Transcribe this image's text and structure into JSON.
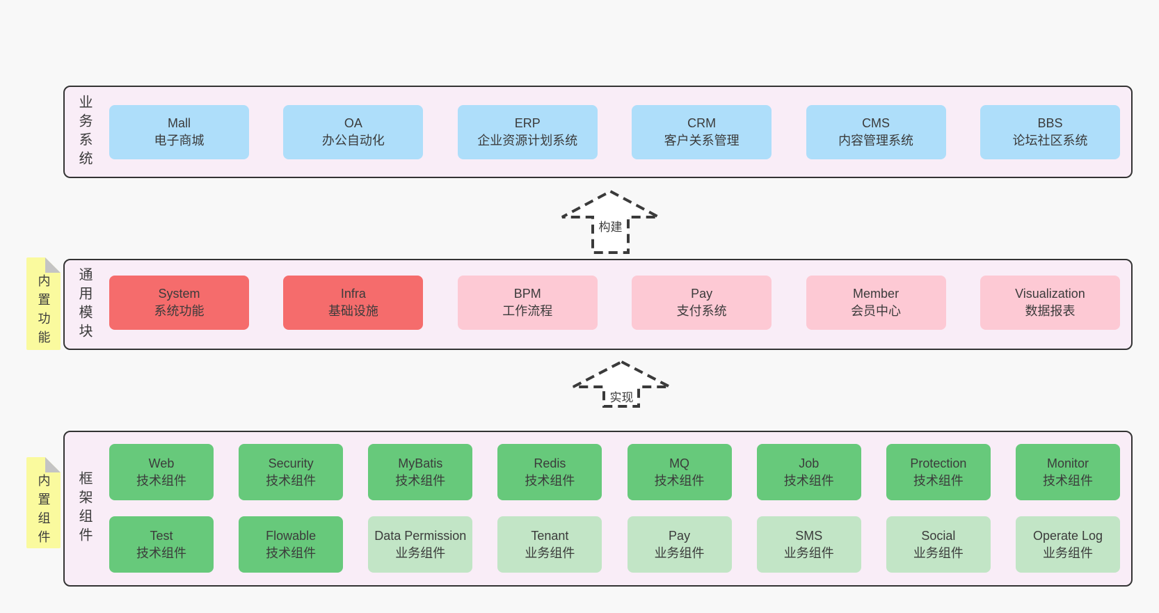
{
  "palette": {
    "page_bg": "#f8f8f8",
    "container_fill": "#f9edf7",
    "container_border": "#333333",
    "blue": "#aedefa",
    "red": "#f56c6c",
    "pink": "#fdc9d4",
    "green": "#67c97b",
    "light_green": "#c2e5c6",
    "note_yellow": "#fafa9e",
    "note_fold": "#c4c4c4",
    "text": "#3b3b3b",
    "arrow_dash": "#3a3a3a"
  },
  "sections": {
    "business": {
      "side_label": "业务系统",
      "boxes": [
        {
          "title": "Mall",
          "subtitle": "电子商城",
          "variant": "blue"
        },
        {
          "title": "OA",
          "subtitle": "办公自动化",
          "variant": "blue"
        },
        {
          "title": "ERP",
          "subtitle": "企业资源计划系统",
          "variant": "blue"
        },
        {
          "title": "CRM",
          "subtitle": "客户关系管理",
          "variant": "blue"
        },
        {
          "title": "CMS",
          "subtitle": "内容管理系统",
          "variant": "blue"
        },
        {
          "title": "BBS",
          "subtitle": "论坛社区系统",
          "variant": "blue"
        }
      ]
    },
    "modules": {
      "side_label": "通用模块",
      "note": "内置功能",
      "boxes": [
        {
          "title": "System",
          "subtitle": "系统功能",
          "variant": "red"
        },
        {
          "title": "Infra",
          "subtitle": "基础设施",
          "variant": "red"
        },
        {
          "title": "BPM",
          "subtitle": "工作流程",
          "variant": "pink"
        },
        {
          "title": "Pay",
          "subtitle": "支付系统",
          "variant": "pink"
        },
        {
          "title": "Member",
          "subtitle": "会员中心",
          "variant": "pink"
        },
        {
          "title": "Visualization",
          "subtitle": "数据报表",
          "variant": "pink"
        }
      ]
    },
    "framework": {
      "side_label": "框架组件",
      "note": "内置组件",
      "rows": [
        [
          {
            "title": "Web",
            "subtitle": "技术组件",
            "variant": "green"
          },
          {
            "title": "Security",
            "subtitle": "技术组件",
            "variant": "green"
          },
          {
            "title": "MyBatis",
            "subtitle": "技术组件",
            "variant": "green"
          },
          {
            "title": "Redis",
            "subtitle": "技术组件",
            "variant": "green"
          },
          {
            "title": "MQ",
            "subtitle": "技术组件",
            "variant": "green"
          },
          {
            "title": "Job",
            "subtitle": "技术组件",
            "variant": "green"
          },
          {
            "title": "Protection",
            "subtitle": "技术组件",
            "variant": "green"
          },
          {
            "title": "Monitor",
            "subtitle": "技术组件",
            "variant": "green"
          }
        ],
        [
          {
            "title": "Test",
            "subtitle": "技术组件",
            "variant": "green"
          },
          {
            "title": "Flowable",
            "subtitle": "技术组件",
            "variant": "green"
          },
          {
            "title": "Data Permission",
            "subtitle": "业务组件",
            "variant": "light_green"
          },
          {
            "title": "Tenant",
            "subtitle": "业务组件",
            "variant": "light_green"
          },
          {
            "title": "Pay",
            "subtitle": "业务组件",
            "variant": "light_green"
          },
          {
            "title": "SMS",
            "subtitle": "业务组件",
            "variant": "light_green"
          },
          {
            "title": "Social",
            "subtitle": "业务组件",
            "variant": "light_green"
          },
          {
            "title": "Operate Log",
            "subtitle": "业务组件",
            "variant": "light_green"
          }
        ]
      ]
    }
  },
  "arrows": [
    {
      "label": "构建"
    },
    {
      "label": "实现"
    }
  ]
}
